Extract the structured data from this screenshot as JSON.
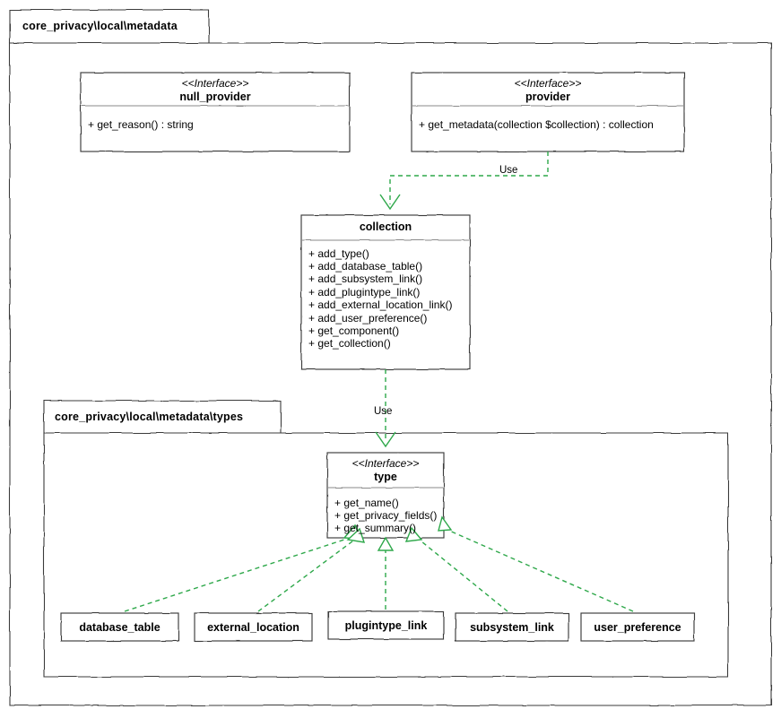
{
  "diagram": {
    "title": "core_privacy\\local\\metadata",
    "style": {
      "line_color": "#3b3b3b",
      "dependency_color": "#2ea84a",
      "text_color": "#000000",
      "background": "#ffffff"
    }
  },
  "packages": [
    {
      "id": "outer",
      "label": "core_privacy\\local\\metadata"
    },
    {
      "id": "inner",
      "label": "core_privacy\\local\\metadata\\types"
    }
  ],
  "classes": [
    {
      "id": "null_provider",
      "stereotype": "<<Interface>>",
      "name": "null_provider",
      "members": [
        "+ get_reason() : string"
      ]
    },
    {
      "id": "provider",
      "stereotype": "<<Interface>>",
      "name": "provider",
      "members": [
        "+ get_metadata(collection $collection) : collection"
      ]
    },
    {
      "id": "collection",
      "stereotype": "",
      "name": "collection",
      "members": [
        "+ add_type()",
        "+ add_database_table()",
        "+ add_subsystem_link()",
        "+ add_plugintype_link()",
        "+ add_external_location_link()",
        "+ add_user_preference()",
        "+ get_component()",
        "+ get_collection()"
      ]
    },
    {
      "id": "type",
      "stereotype": "<<Interface>>",
      "name": "type",
      "members": [
        "+ get_name()",
        "+ get_privacy_fields()",
        "+ get_summary()"
      ]
    }
  ],
  "type_implementations": [
    {
      "id": "database_table",
      "name": "database_table"
    },
    {
      "id": "external_location",
      "name": "external_location"
    },
    {
      "id": "plugintype_link",
      "name": "plugintype_link"
    },
    {
      "id": "subsystem_link",
      "name": "subsystem_link"
    },
    {
      "id": "user_preference",
      "name": "user_preference"
    }
  ],
  "relationships": [
    {
      "id": "provider-uses-collection",
      "kind": "dependency",
      "label": "Use",
      "from": "provider",
      "to": "collection"
    },
    {
      "id": "collection-uses-type",
      "kind": "dependency",
      "label": "Use",
      "from": "collection",
      "to": "type"
    },
    {
      "id": "database_table-realizes-type",
      "kind": "realization",
      "label": "",
      "from": "database_table",
      "to": "type"
    },
    {
      "id": "external_location-realizes-type",
      "kind": "realization",
      "label": "",
      "from": "external_location",
      "to": "type"
    },
    {
      "id": "plugintype_link-realizes-type",
      "kind": "realization",
      "label": "",
      "from": "plugintype_link",
      "to": "type"
    },
    {
      "id": "subsystem_link-realizes-type",
      "kind": "realization",
      "label": "",
      "from": "subsystem_link",
      "to": "type"
    },
    {
      "id": "user_preference-realizes-type",
      "kind": "realization",
      "label": "",
      "from": "user_preference",
      "to": "type"
    }
  ]
}
